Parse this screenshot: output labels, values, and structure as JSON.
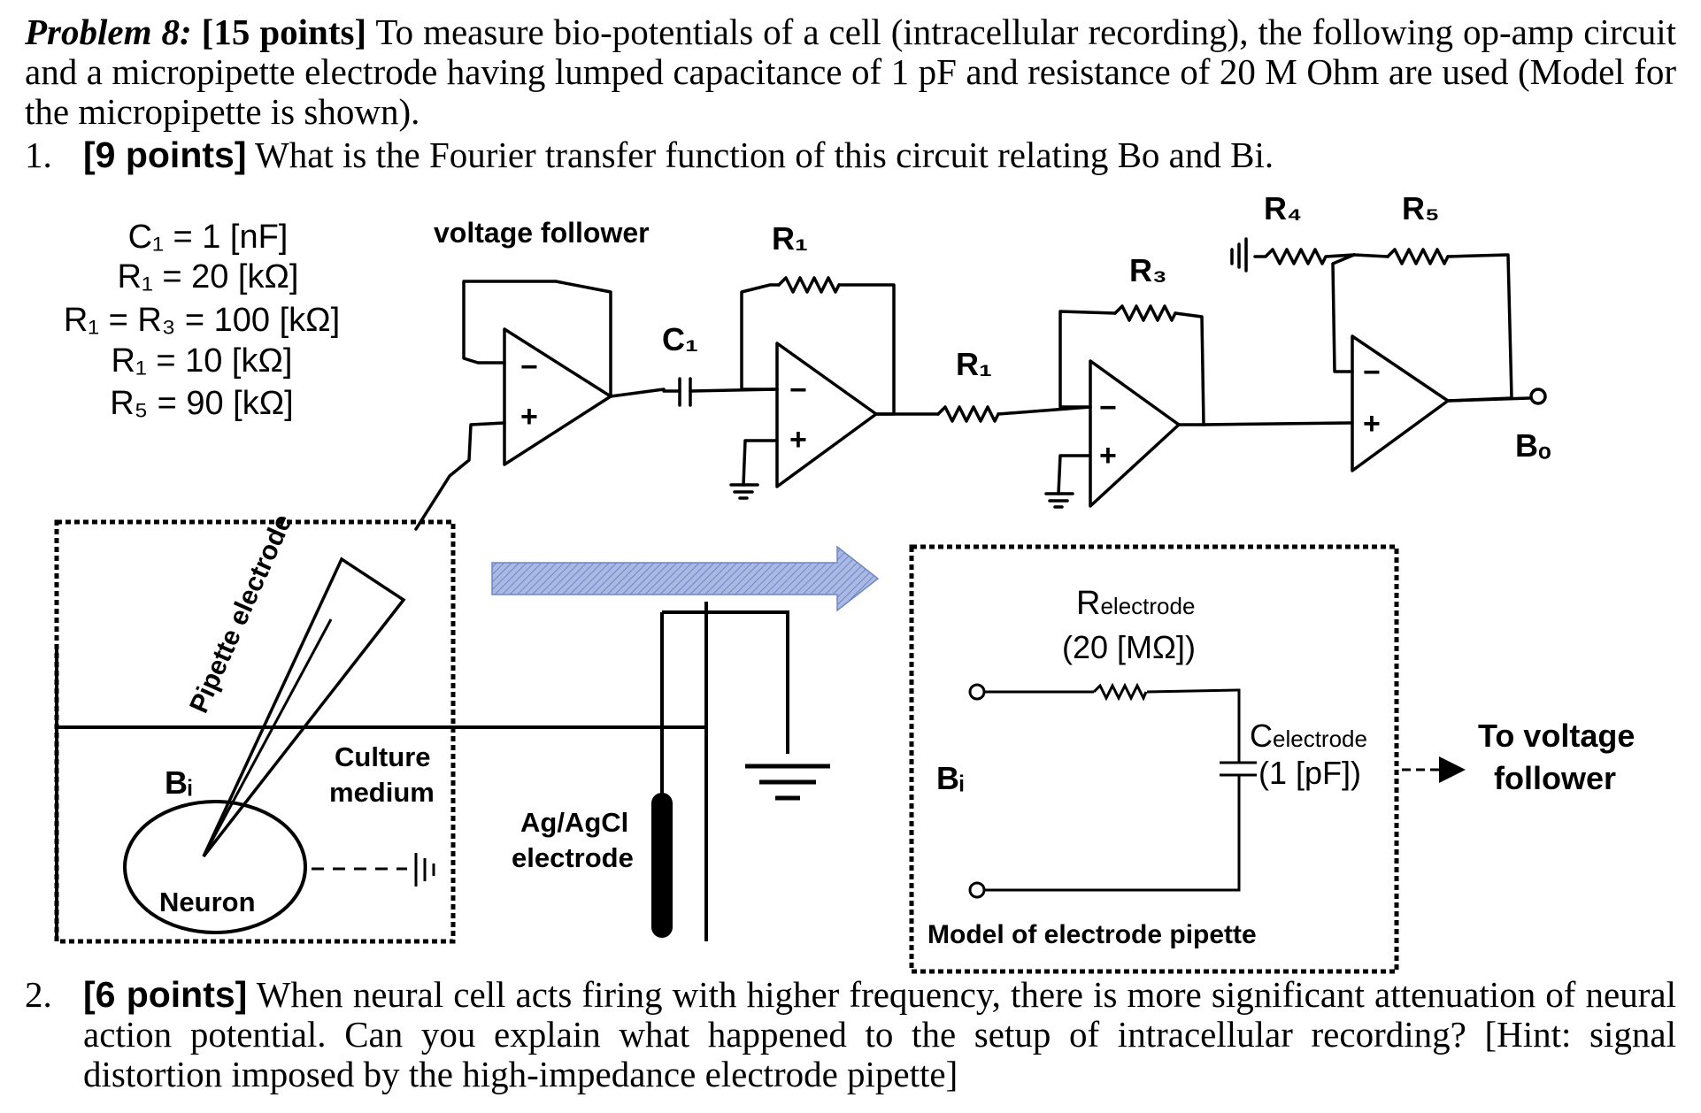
{
  "problem": {
    "label": "Problem 8:",
    "points": "[15 points]",
    "text": " To measure bio-potentials of a cell (intracellular recording), the following op-amp circuit and a micropipette electrode having lumped capacitance of 1 pF and resistance of 20 M Ohm are used (Model for the micropipette is shown)."
  },
  "q1": {
    "number": "1.",
    "points": "[9 points]",
    "text": " What is the Fourier transfer function of this circuit relating Bo and Bi."
  },
  "q2": {
    "number": "2.",
    "points": "[6 points]",
    "text": " When neural cell acts firing with higher frequency, there is more significant attenuation of neural action potential. Can you explain what happened to the setup of intracellular recording? [Hint: signal distortion imposed by the high-impedance electrode pipette]"
  },
  "params": {
    "c1": "C₁ = 1 [nF]",
    "r1a": "R₁ = 20 [kΩ]",
    "r1r3": "R₁ = R₃ = 100 [kΩ]",
    "r1b": "R₁ = 10 [kΩ]",
    "r5": "R₅ = 90 [kΩ]"
  },
  "circuit": {
    "voltage_follower": "voltage follower",
    "c1": "C₁",
    "r1_feedback": "R₁",
    "r1_series": "R₁",
    "r3": "R₃",
    "r4": "R₄",
    "r5": "R₅",
    "output": "Bₒ",
    "minus": "−",
    "plus": "+"
  },
  "setup": {
    "pipette_electrode": "Pipette electrode",
    "bi": "Bᵢ",
    "culture_medium_1": "Culture",
    "culture_medium_2": "medium",
    "neuron": "Neuron",
    "agcl_1": "Ag/AgCl",
    "agcl_2": "electrode"
  },
  "model": {
    "r_label_main": "R",
    "r_label_sub": "electrode",
    "r_value": "(20 [MΩ])",
    "c_label_main": "C",
    "c_label_sub": "electrode",
    "c_value": "(1 [pF])",
    "bi": "Bᵢ",
    "caption": "Model of electrode pipette",
    "to_follower_1": "To voltage",
    "to_follower_2": "follower"
  },
  "colors": {
    "arrow_fill": "#a9b9e3",
    "arrow_hatch": "#6f86c6"
  }
}
